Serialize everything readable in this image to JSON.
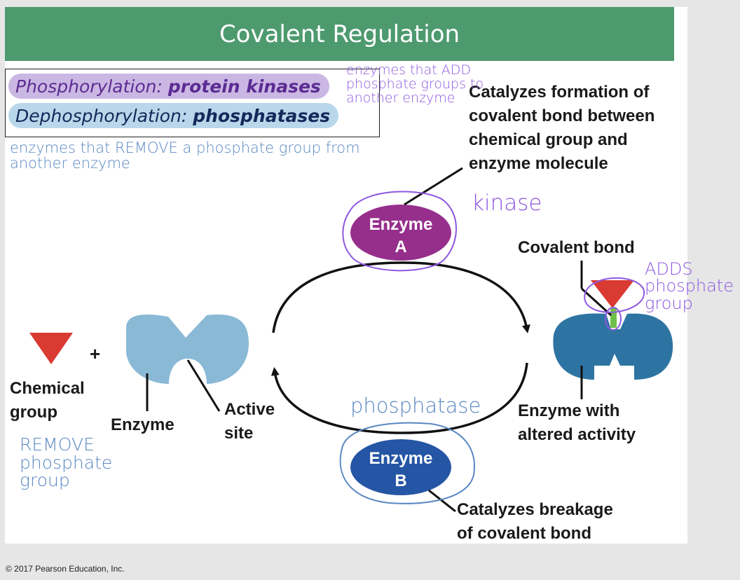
{
  "slide": {
    "title": "Covalent Regulation",
    "copyright": "© 2017 Pearson Education, Inc."
  },
  "definitions": {
    "phosphorylation_prefix": "Phosphorylation: ",
    "phosphorylation_term": "protein kinases",
    "dephosphorylation_prefix": "Dephosphorylation: ",
    "dephosphorylation_term": "phosphatases"
  },
  "diagram": {
    "chemical_group_label": "Chemical\ngroup",
    "plus_sign": "+",
    "enzyme_label": "Enzyme",
    "active_site_label": "Active\nsite",
    "enzyme_a_line1": "Enzyme",
    "enzyme_a_line2": "A",
    "enzyme_b_line1": "Enzyme",
    "enzyme_b_line2": "B",
    "catalyzes_formation": "Catalyzes formation of\ncovalent bond between\nchemical group and\nenzyme molecule",
    "covalent_bond_label": "Covalent bond",
    "altered_enzyme_label": "Enzyme with\naltered activity",
    "catalyzes_breakage": "Catalyzes breakage\nof covalent bond",
    "colors": {
      "title_bar": "#4e9a6f",
      "chemical_group": "#d93a32",
      "enzyme_light": "#8ab9d6",
      "enzyme_dark": "#2e74a3",
      "enzyme_a": "#962f8c",
      "enzyme_b": "#2555a5",
      "bond": "#6fc04a"
    }
  },
  "handwriting": {
    "kinase_def": "enzymes that ADD\nphosphate groups to\nanother enzyme",
    "phosphatase_def": "enzymes that REMOVE a phosphate group from\nanother enzyme",
    "kinase_label": "kinase",
    "phosphatase_label": "phosphatase",
    "adds_note": "ADDS\nphosphate\ngroup",
    "remove_note": "REMOVE\nphosphate\ngroup"
  }
}
